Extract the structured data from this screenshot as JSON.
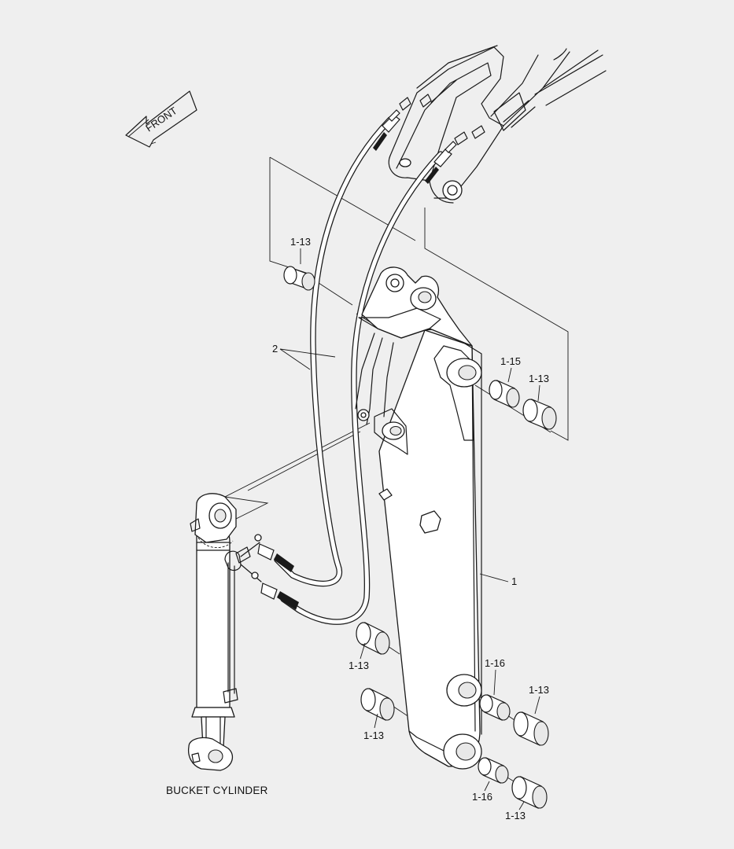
{
  "diagram": {
    "front_label": "FRONT",
    "caption": "BUCKET CYLINDER",
    "callouts": {
      "arm": "1",
      "hoses": "2",
      "bush_top_left": "1-13",
      "bush_upper_right_a": "1-15",
      "bush_upper_right_b": "1-13",
      "bush_lower_left_a": "1-13",
      "bush_lower_left_b": "1-13",
      "bush_mid_right_a": "1-16",
      "bush_mid_right_b": "1-13",
      "bush_bottom_right_a": "1-16",
      "bush_bottom_right_b": "1-13"
    },
    "colors": {
      "background": "#efefef",
      "line": "#1a1a1a",
      "fill": "#ffffff"
    }
  }
}
